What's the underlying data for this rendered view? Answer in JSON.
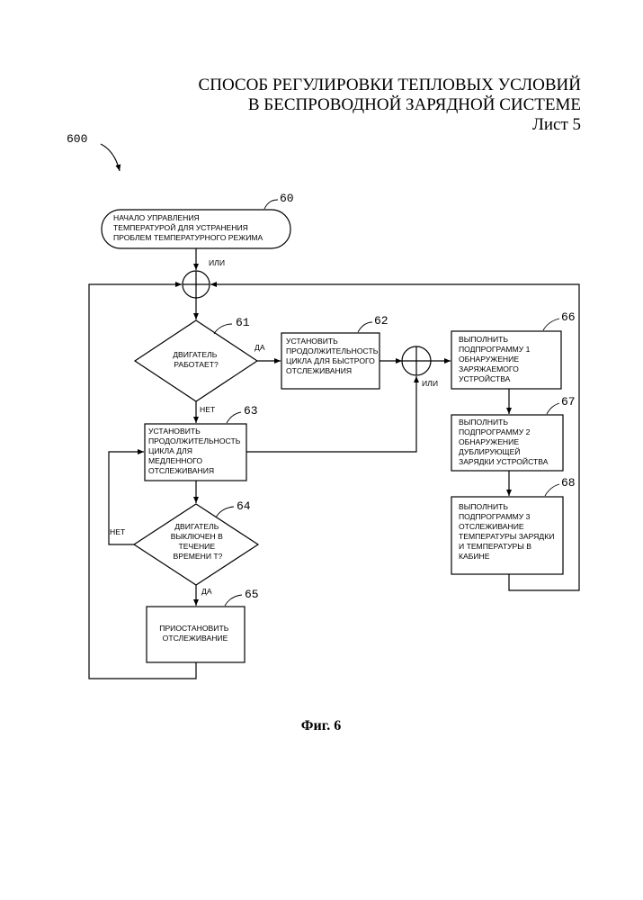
{
  "header": {
    "title_line1": "СПОСОБ РЕГУЛИРОВКИ ТЕПЛОВЫХ УСЛОВИЙ",
    "title_line2": "В БЕСПРОВОДНОЙ ЗАРЯДНОЙ СИСТЕМЕ",
    "sheet": "Лист 5"
  },
  "diagram": {
    "figure_ref": "600",
    "figure_caption": "Фиг. 6",
    "nodes": {
      "n60": {
        "ref": "60",
        "lines": [
          "НАЧАЛО УПРАВЛЕНИЯ",
          "ТЕМПЕРАТУРОЙ ДЛЯ УСТРАНЕНИЯ",
          "ПРОБЛЕМ ТЕМПЕРАТУРНОГО РЕЖИМА"
        ]
      },
      "n61": {
        "ref": "61",
        "lines": [
          "ДВИГАТЕЛЬ",
          "РАБОТАЕТ?"
        ]
      },
      "n62": {
        "ref": "62",
        "lines": [
          "УСТАНОВИТЬ",
          "ПРОДОЛЖИТЕЛЬНОСТЬ",
          "ЦИКЛА ДЛЯ БЫСТРОГО",
          "ОТСЛЕЖИВАНИЯ"
        ]
      },
      "n63": {
        "ref": "63",
        "lines": [
          "УСТАНОВИТЬ",
          "ПРОДОЛЖИТЕЛЬНОСТЬ",
          "ЦИКЛА ДЛЯ",
          "МЕДЛЕННОГО",
          "ОТСЛЕЖИВАНИЯ"
        ]
      },
      "n64": {
        "ref": "64",
        "lines": [
          "ДВИГАТЕЛЬ",
          "ВЫКЛЮЧЕН В",
          "ТЕЧЕНИЕ",
          "ВРЕМЕНИ Т?"
        ]
      },
      "n65": {
        "ref": "65",
        "lines": [
          "ПРИОСТАНОВИТЬ",
          "ОТСЛЕЖИВАНИЕ"
        ]
      },
      "n66": {
        "ref": "66",
        "lines": [
          "ВЫПОЛНИТЬ",
          "ПОДПРОГРАММУ 1",
          "ОБНАРУЖЕНИЕ",
          "ЗАРЯЖАЕМОГО",
          "УСТРОЙСТВА"
        ]
      },
      "n67": {
        "ref": "67",
        "lines": [
          "ВЫПОЛНИТЬ",
          "ПОДПРОГРАММУ 2",
          "ОБНАРУЖЕНИЕ",
          "ДУБЛИРУЮЩЕЙ",
          "ЗАРЯДКИ УСТРОЙСТВА"
        ]
      },
      "n68": {
        "ref": "68",
        "lines": [
          "ВЫПОЛНИТЬ",
          "ПОДПРОГРАММУ 3",
          "ОТСЛЕЖИВАНИЕ",
          "ТЕМПЕРАТУРЫ ЗАРЯДКИ",
          "И ТЕМПЕРАТУРЫ В",
          "КАБИНЕ"
        ]
      }
    },
    "labels": {
      "or_top": "ИЛИ",
      "or_mid": "ИЛИ",
      "yes_61": "ДА",
      "no_61": "НЕТ",
      "no_64": "НЕТ",
      "yes_64": "ДА"
    }
  }
}
